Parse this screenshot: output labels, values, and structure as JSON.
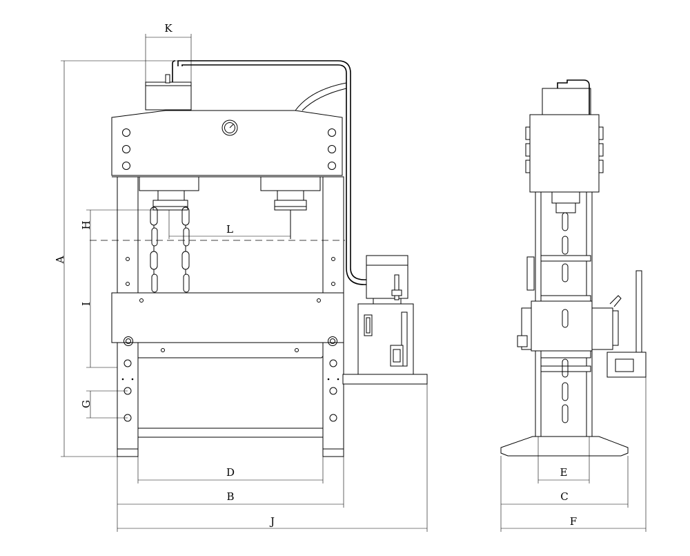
{
  "labels": {
    "A": "A",
    "B": "B",
    "C": "C",
    "D": "D",
    "E": "E",
    "F": "F",
    "G": "G",
    "H": "H",
    "I": "I",
    "J": "J",
    "K": "K",
    "L": "L"
  }
}
